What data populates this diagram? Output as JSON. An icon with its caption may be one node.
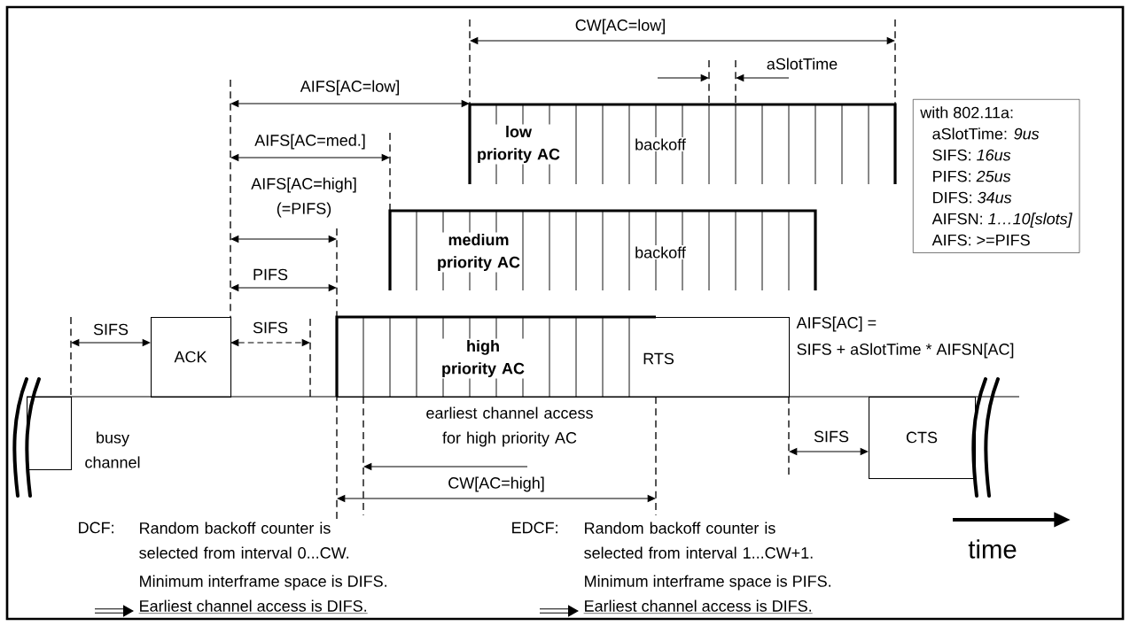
{
  "diagram": {
    "nodes": [
      {
        "text": [],
        "shape": "box",
        "beside": [
          "busy channel"
        ]
      },
      {
        "text": [
          "ACK"
        ]
      },
      {
        "text": [
          "RTS"
        ]
      },
      {
        "text": [
          "high priority AC"
        ],
        "in": 2
      },
      {
        "text": [
          "medium priority AC",
          "backoff"
        ]
      },
      {
        "text": [
          "low priority AC",
          "backoff"
        ]
      },
      {
        "text": [
          "CTS"
        ]
      },
      {
        "text": [
          "with 802.11a:",
          "aSlotTime: *9us*",
          "SIFS: *16us*",
          "PIFS: *25us*",
          "DIFS: *34us*",
          "AIFSN: *1…10[slots]*",
          "AIFS: >=PIFS"
        ]
      }
    ],
    "labels": [
      "CW[AC=low]",
      "aSlotTime",
      "AIFS[AC=low]",
      "AIFS[AC=med.]",
      "AIFS[AC=high] (=PIFS)",
      "PIFS",
      "SIFS",
      "SIFS",
      "AIFS[AC] =",
      "SIFS + aSlotTime * AIFSN[AC]",
      "earliest channel access for high priority AC",
      "SIFS",
      "CW[AC=high]",
      "time",
      "DCF:",
      "Random backoff counter is selected from interval 0...CW.",
      "Minimum interframe space is DIFS.",
      "Earliest channel access is DIFS.",
      "EDCF:",
      "Random backoff counter is selected from interval 1...CW+1.",
      "Minimum interframe space is PIFS.",
      "Earliest channel access is DIFS."
    ]
  }
}
